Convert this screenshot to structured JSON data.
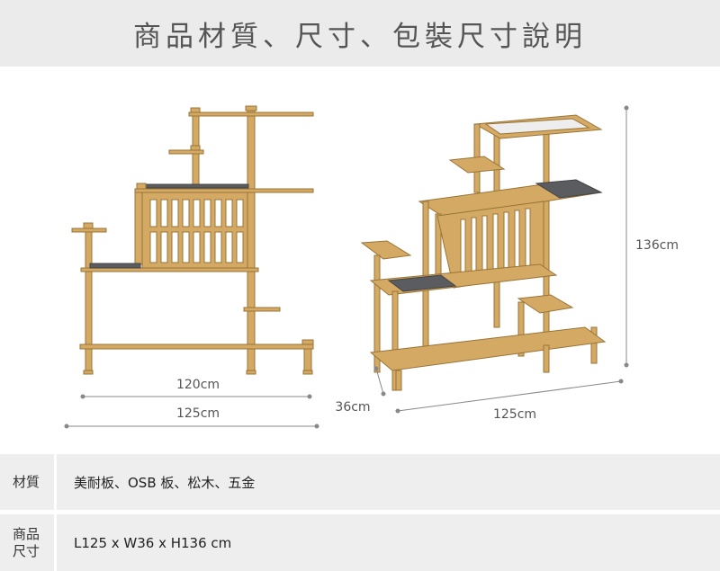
{
  "header": {
    "title": "商品材質、尺寸、包裝尺寸說明"
  },
  "dimensions": {
    "front_width_inner": "120cm",
    "front_width_outer": "125cm",
    "depth": "36cm",
    "width": "125cm",
    "height": "136cm"
  },
  "specs": {
    "material_label": "材質",
    "material_value": "美耐板、OSB 板、松木、五金",
    "size_label": "商品尺寸",
    "size_value": "L125 x W36 x H136 cm"
  },
  "colors": {
    "wood": "#d3a964",
    "wood_edge": "#9a7437",
    "mat": "#5a5c60",
    "header_bg": "#ebebeb",
    "row_bg": "#eeeeee"
  }
}
